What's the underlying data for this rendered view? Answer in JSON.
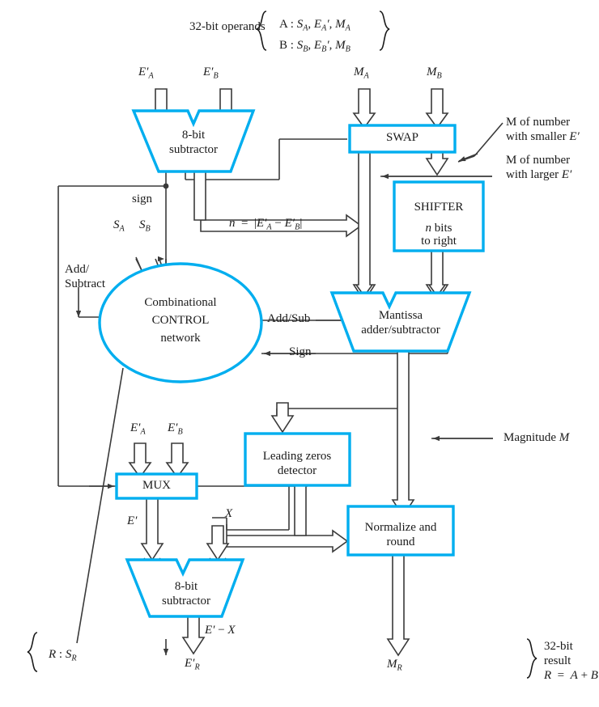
{
  "figure": {
    "type": "block-diagram",
    "subject": "Floating-point addition/subtraction unit",
    "accent_color": "#00AEEF",
    "line_color": "#3a3a3a",
    "text_color": "#1a1a1a",
    "background": "#ffffff"
  },
  "header": {
    "operands_label": "32-bit operands",
    "operand_a": "A : S",
    "operand_a_sub1": "A",
    "operand_a_mid": ", E",
    "operand_a_sub2": "A",
    "operand_a_tail": ", M",
    "operand_a_sub3": "A",
    "operand_b": "B : S",
    "operand_b_sub1": "B",
    "operand_b_mid": ", E",
    "operand_b_sub2": "B",
    "operand_b_tail": ", M",
    "operand_b_sub3": "B"
  },
  "blocks": {
    "subtractor_top": {
      "line1": "8-bit",
      "line2": "subtractor"
    },
    "swap": {
      "label": "SWAP"
    },
    "shifter": {
      "line1": "SHIFTER",
      "line2": "n bits",
      "line3": "to right"
    },
    "control": {
      "line1": "Combinational",
      "line2": "CONTROL",
      "line3": "network"
    },
    "mantissa_adder": {
      "line1": "Mantissa",
      "line2": "adder/subtractor"
    },
    "leading_zeros": {
      "line1": "Leading zeros",
      "line2": "detector"
    },
    "mux": {
      "label": "MUX"
    },
    "normalize": {
      "line1": "Normalize and",
      "line2": "round"
    },
    "subtractor_bottom": {
      "line1": "8-bit",
      "line2": "subtractor"
    }
  },
  "signals": {
    "ea_top": "E′A",
    "eb_top": "E′B",
    "ma": "MA",
    "mb": "MB",
    "sign": "sign",
    "sa": "SA",
    "sb": "SB",
    "add_subtract": "Add/\nSubtract",
    "add_subtract_l1": "Add/",
    "add_subtract_l2": "Subtract",
    "n_equation": "n = |E′A − E′B|",
    "add_sub": "Add/Sub",
    "sign_feedback": "Sign",
    "m_smaller_l1": "M of number",
    "m_smaller_l2": "with smaller E′",
    "m_larger_l1": "M of number",
    "m_larger_l2": "with larger E′",
    "magnitude": "Magnitude M",
    "ea_mux": "E′A",
    "eb_mux": "E′B",
    "e_prime": "E′",
    "x": "X",
    "e_minus_x": "E′ − X",
    "er": "E′R",
    "mr": "MR",
    "r_sr": "R : SR"
  },
  "result": {
    "line1": "32-bit",
    "line2": "result",
    "line3": "R = A + B"
  }
}
